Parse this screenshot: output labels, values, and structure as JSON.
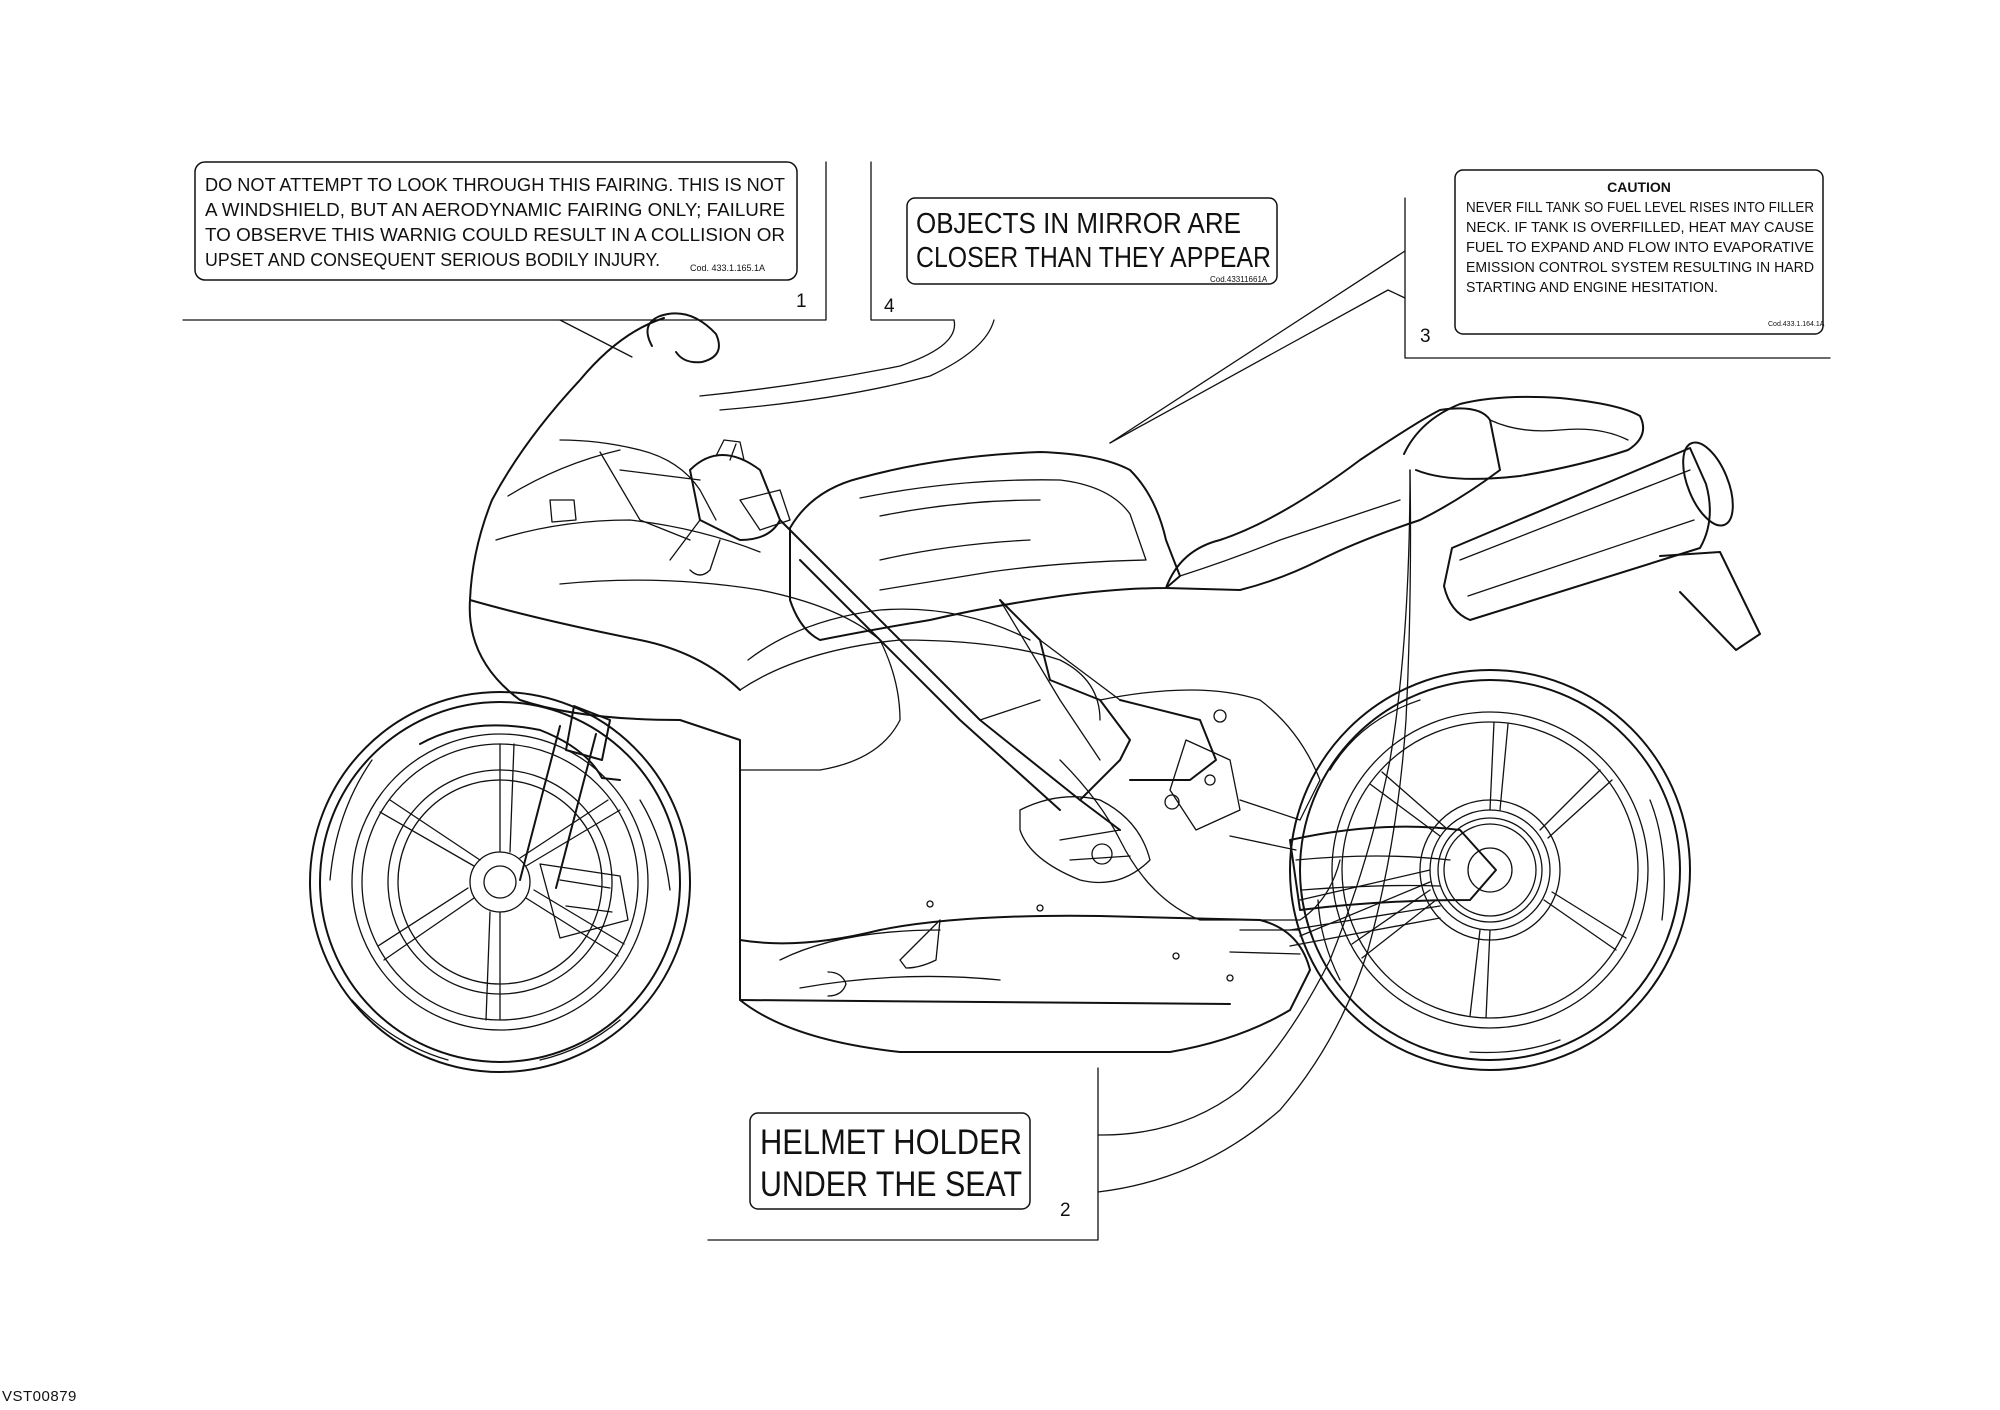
{
  "labels": {
    "fairing_warning": {
      "lines": [
        "DO NOT ATTEMPT TO LOOK THROUGH THIS FAIRING. THIS IS NOT",
        "A WINDSHIELD, BUT AN AERODYNAMIC FAIRING ONLY; FAILURE",
        "TO OBSERVE THIS WARNIG COULD RESULT IN A COLLISION OR",
        "UPSET AND CONSEQUENT SERIOUS BODILY INJURY."
      ],
      "code": "Cod. 433.1.165.1A",
      "callout": "1"
    },
    "mirror_warning": {
      "lines": [
        "OBJECTS  IN  MIRROR  ARE",
        "CLOSER THAN THEY APPEAR"
      ],
      "code": "Cod.43311661A",
      "callout": "4"
    },
    "fuel_caution": {
      "heading": "CAUTION",
      "lines": [
        "NEVER FILL TANK SO FUEL LEVEL RISES INTO FILLER",
        "NECK. IF TANK IS OVERFILLED, HEAT MAY CAUSE",
        "FUEL TO EXPAND AND FLOW INTO EVAPORATIVE",
        "EMISSION CONTROL SYSTEM RESULTING IN HARD",
        "STARTING AND ENGINE HESITATION."
      ],
      "code": "Cod.433.1.164.1A",
      "callout": "3"
    },
    "helmet_holder": {
      "lines": [
        "HELMET HOLDER",
        "UNDER THE SEAT"
      ],
      "callout": "2"
    }
  },
  "figure_code": "VST00879",
  "icons": [
    "motorcycle-illustration"
  ],
  "colors": {
    "ink": "#111111",
    "paper": "#ffffff"
  }
}
